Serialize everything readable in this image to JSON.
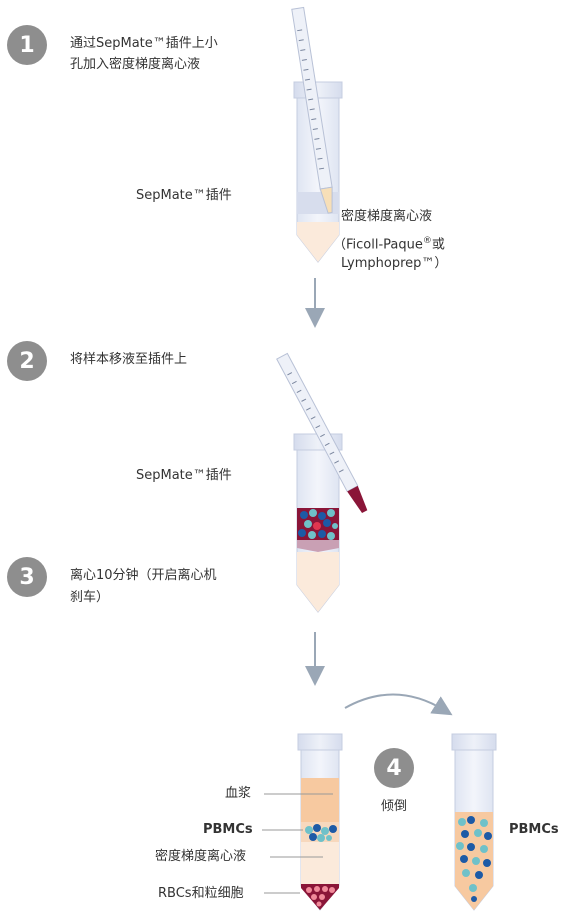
{
  "steps": [
    {
      "number": "1",
      "text_line1": "通过SepMate™插件上小",
      "text_line2": "孔加入密度梯度离心液"
    },
    {
      "number": "2",
      "text_line1": "将样本移液至插件上"
    },
    {
      "number": "3",
      "text_line1": "离心10分钟（开启离心机",
      "text_line2": "刹车）"
    },
    {
      "number": "4",
      "text_line1": "倾倒"
    }
  ],
  "labels": {
    "insert_1": "SepMate™插件",
    "density_medium_line1": "密度梯度离心液",
    "density_medium_line2": "（Ficoll-Paque",
    "density_medium_reg": "®",
    "density_medium_line2_end": "或",
    "density_medium_line3": "Lymphoprep™）",
    "insert_2": "SepMate™插件",
    "plasma": "血浆",
    "pbmcs_left": "PBMCs",
    "density_medium_bottom": "密度梯度离心液",
    "rbc": "RBCs和粒细胞",
    "pbmcs_right": "PBMCs"
  },
  "colors": {
    "badge": "#8e8e8e",
    "tube_fill": "#e9edf7",
    "medium": "#fbeadb",
    "plasma": "#f7c9a0",
    "blood": "#8a1538",
    "cell_blue_dark": "#1d5aa6",
    "cell_teal": "#6fc1c9",
    "arrow": "#9aa7b6"
  }
}
